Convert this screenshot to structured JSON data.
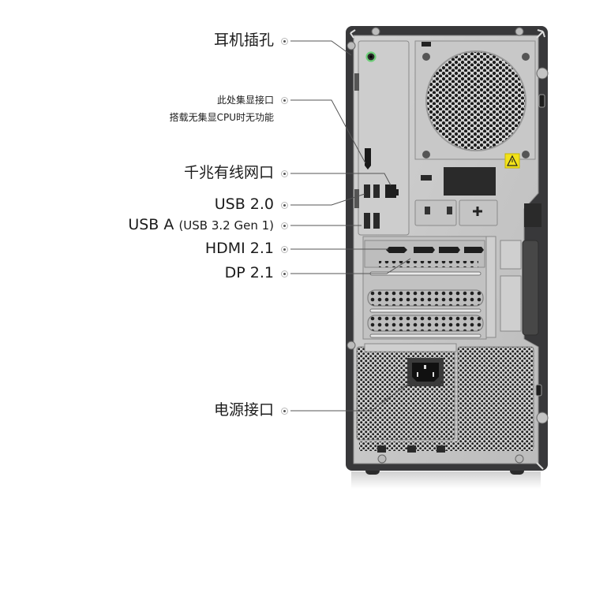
{
  "diagram": {
    "subject": "PC tower rear I/O panel",
    "colors": {
      "background": "#ffffff",
      "chassis_dark": "#3a3a3c",
      "panel_metal": "#c9c9c9",
      "audio_jack_ring": "#6fcf7a",
      "warning_label": "#f2e21a",
      "leader_line": "#555555"
    }
  },
  "callouts": [
    {
      "id": "audio-jack",
      "label": "耳机插孔",
      "size": "lg"
    },
    {
      "id": "igpu-port",
      "label_line1": "此处集显接口",
      "label_line2": "搭载无集显CPU时无功能",
      "size": "sm"
    },
    {
      "id": "ethernet",
      "label": "千兆有线网口",
      "size": "lg"
    },
    {
      "id": "usb20",
      "label": "USB 2.0",
      "size": "lg"
    },
    {
      "id": "usba",
      "label": "USB A",
      "label_suffix": "(USB 3.2 Gen 1)",
      "size": "lg"
    },
    {
      "id": "hdmi",
      "label": "HDMI 2.1",
      "size": "lg"
    },
    {
      "id": "dp",
      "label": "DP 2.1",
      "size": "lg"
    },
    {
      "id": "power",
      "label": "电源接口",
      "size": "lg"
    }
  ]
}
